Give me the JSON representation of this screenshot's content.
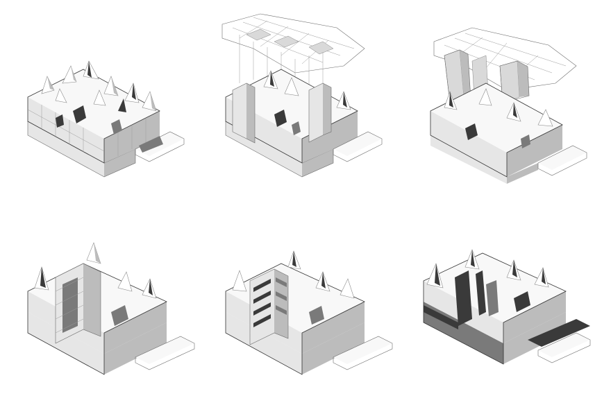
{
  "watermark": {
    "text": "",
    "color": "#e4e4e4"
  },
  "palette": {
    "background": "#ffffff",
    "line": "#6a6a6a",
    "shadow": "#3a3a3a",
    "light_face": "#e6e6e6",
    "dark_face": "#bcbcbc"
  },
  "panels": [
    {
      "id": "p1",
      "variant": "base",
      "shade_level": 0.25
    },
    {
      "id": "p2",
      "variant": "roof-lift",
      "shade_level": 0.35
    },
    {
      "id": "p3",
      "variant": "roof-cut",
      "shade_level": 0.35
    },
    {
      "id": "p4",
      "variant": "solid",
      "shade_level": 0.45
    },
    {
      "id": "p5",
      "variant": "stair",
      "shade_level": 0.4
    },
    {
      "id": "p6",
      "variant": "dark",
      "shade_level": 0.8
    }
  ]
}
